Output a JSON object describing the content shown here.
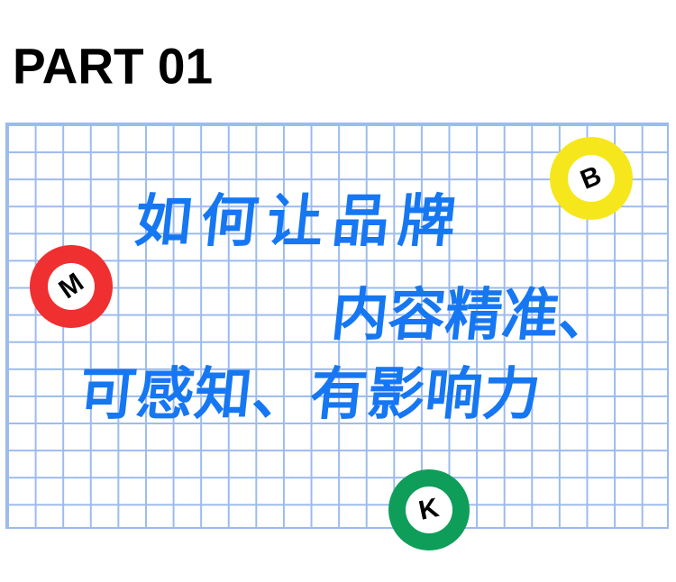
{
  "slide": {
    "part_label": "PART 01",
    "headline": {
      "line1": "如何让品牌",
      "line2": "内容精准、",
      "line3": "可感知、有影响力"
    },
    "balls": [
      {
        "id": "ball-yellow",
        "letter": "B",
        "color": "#F6E71C"
      },
      {
        "id": "ball-red",
        "letter": "M",
        "color": "#EF2F30"
      },
      {
        "id": "ball-green",
        "letter": "K",
        "color": "#0E9E5A"
      }
    ],
    "colors": {
      "headline_blue": "#1677F2",
      "grid_line": "#9CBBED",
      "title_black": "#000000",
      "ball_inner_white": "#FFFFFF"
    }
  }
}
